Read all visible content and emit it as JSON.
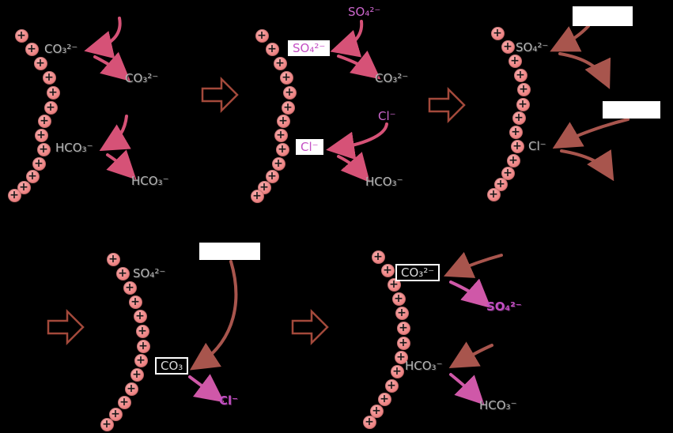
{
  "glyphs": {
    "plus": "+"
  },
  "colors": {
    "background": "#000000",
    "surface_charge": "#ef8888",
    "label_grey": "#b6b6b6",
    "label_magenta": "#cc66cc",
    "arrow_rose": "#d65277",
    "arrow_brick": "#a8554d",
    "arrow_pink": "#cf58a8",
    "step_arrow_outline": "#a3493b",
    "highlight_box_bg": "#ffffff"
  },
  "panels": [
    {
      "labels": {
        "bound_carbonate": "CO₃²⁻",
        "free_carbonate": "CO₃²⁻",
        "bound_bicarbonate": "HCO₃⁻",
        "free_bicarbonate": "HCO₃⁻"
      }
    },
    {
      "labels": {
        "incoming_sulfate": "SO₄²⁻",
        "bound_sulfate": "SO₄²⁻",
        "displaced_carbonate": "CO₃²⁻",
        "incoming_chloride": "Cl⁻",
        "bound_chloride": "Cl⁻",
        "displaced_bicarbonate": "HCO₃⁻"
      }
    },
    {
      "labels": {
        "bound_sulfate": "SO₄²⁻",
        "blank_top": "",
        "bound_chloride": "Cl⁻",
        "blank_middle": ""
      }
    },
    {
      "labels": {
        "bound_sulfate": "SO₄²⁻",
        "blank_top": "",
        "bound_carbonate": "CO₃",
        "displaced_chloride": "Cl⁻"
      }
    },
    {
      "labels": {
        "bound_carbonate": "CO₃²⁻",
        "displaced_sulfate": "SO₄²⁻",
        "bound_bicarbonate": "HCO₃⁻",
        "displaced_bicarbonate": "HCO₃⁻"
      }
    }
  ]
}
